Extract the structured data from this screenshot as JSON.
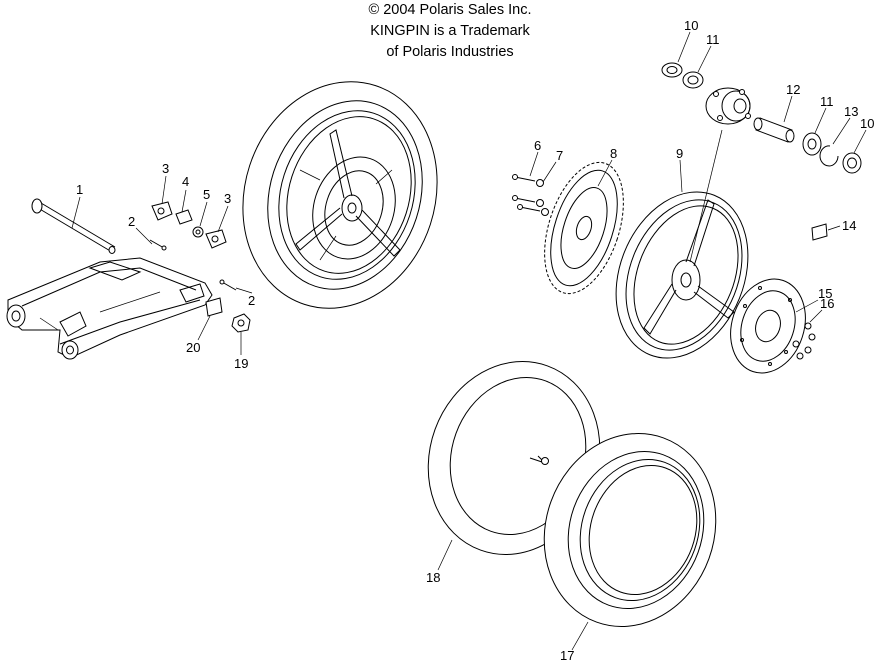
{
  "header": {
    "copyright": "© 2004 Polaris Sales Inc.",
    "trademark_line1": "KINGPIN is a Trademark",
    "trademark_line2": "of Polaris Industries"
  },
  "callouts": {
    "c1": "1",
    "c2a": "2",
    "c2b": "2",
    "c3a": "3",
    "c3b": "3",
    "c4": "4",
    "c5": "5",
    "c6": "6",
    "c7": "7",
    "c8": "8",
    "c9": "9",
    "c10a": "10",
    "c10b": "10",
    "c11a": "11",
    "c11b": "11",
    "c12": "12",
    "c13": "13",
    "c14": "14",
    "c15": "15",
    "c16": "16",
    "c17": "17",
    "c18": "18",
    "c19": "19",
    "c20": "20"
  }
}
